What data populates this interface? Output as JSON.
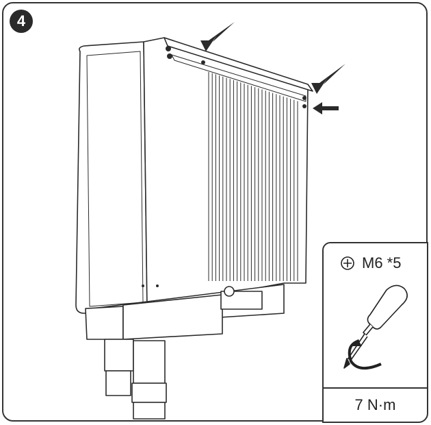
{
  "step": {
    "number": "4"
  },
  "spec": {
    "screw_label": "M6 *5",
    "torque_label": "7 N·m",
    "screw_icon": "phillips-screw-icon",
    "tool_icon": "screwdriver-icon"
  },
  "colors": {
    "line": "#2a2a2a",
    "badge": "#2a2a2a",
    "fill": "#ffffff"
  }
}
